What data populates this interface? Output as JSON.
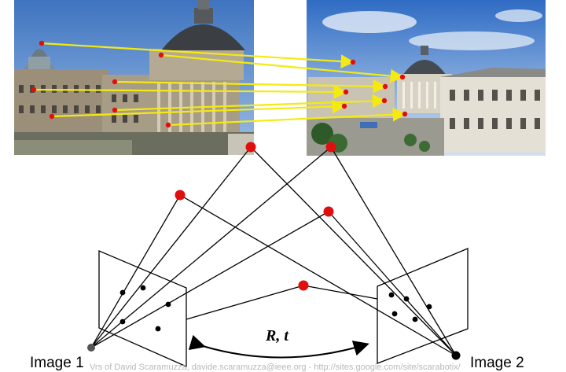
{
  "photo_left": {
    "label": "building photo (view 1)",
    "sky_top": "#3f74c0",
    "sky_bottom": "#9cbde6",
    "facade": "#a79c86",
    "dome": "#3b3f43"
  },
  "photo_right": {
    "label": "building photo (view 2)",
    "sky_top": "#2f6cc4",
    "sky_bottom": "#cfe0f3",
    "facade": "#e4e0d5",
    "dome": "#464b52"
  },
  "colors": {
    "match_line": "#f4ea12",
    "point": "#e10e0e",
    "line": "#000000",
    "camera_center": "#555555"
  },
  "labels": {
    "image1": "Image 1",
    "image2": "Image 2",
    "motion": "R, t",
    "credit": "Vrs of David Scaramuzza, davide.scaramuzza@ieee.org - http://sites.google.com/site/scarabotix/"
  },
  "matches": [
    {
      "name": "match-1"
    },
    {
      "name": "match-2"
    },
    {
      "name": "match-3"
    },
    {
      "name": "match-4"
    },
    {
      "name": "match-5"
    },
    {
      "name": "match-6"
    },
    {
      "name": "match-7"
    }
  ]
}
